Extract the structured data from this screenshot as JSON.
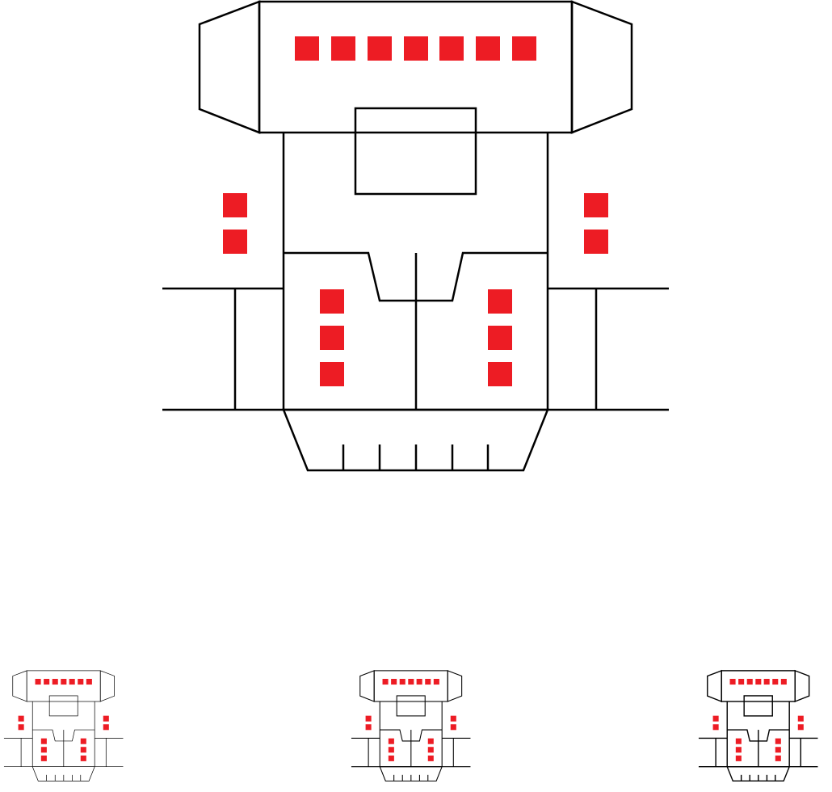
{
  "icon": {
    "name": "robot-icon",
    "stroke_color": "#000000",
    "accent_color": "#ed1c24",
    "background_color": "#ffffff"
  },
  "variants": [
    {
      "name": "thin-line",
      "style": "outline-thin"
    },
    {
      "name": "regular-line",
      "style": "outline-regular"
    },
    {
      "name": "bold-line",
      "style": "outline-bold"
    }
  ]
}
